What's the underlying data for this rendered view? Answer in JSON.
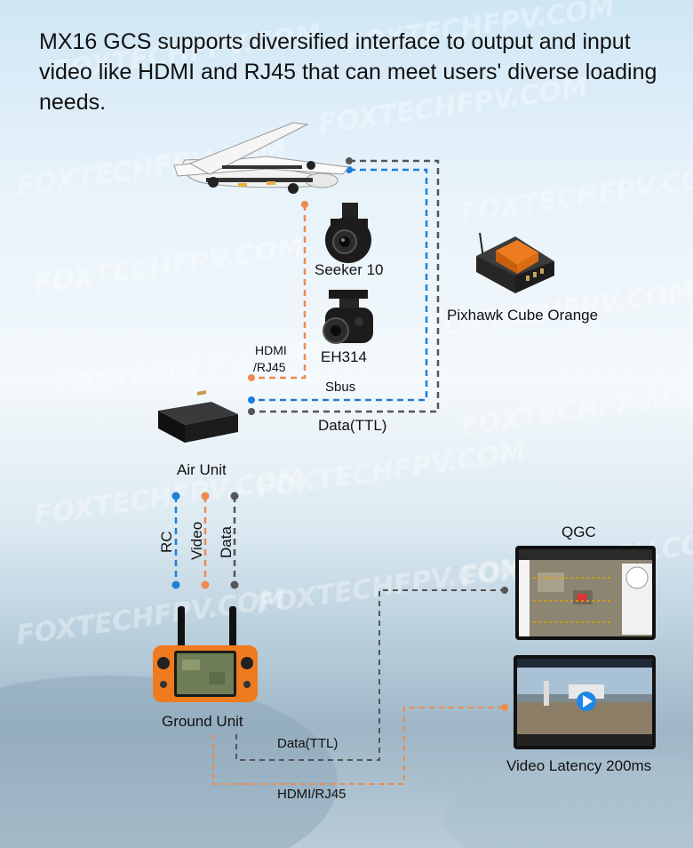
{
  "headline": "MX16 GCS supports diversified interface to output and input video like HDMI and RJ45 that can meet users' diverse loading needs.",
  "watermark": "FOXTECHFPV.COM",
  "labels": {
    "seeker": "Seeker 10",
    "eh314": "EH314",
    "pixhawk": "Pixhawk Cube Orange",
    "hdmi_line1": "HDMI",
    "hdmi_line2": "/RJ45",
    "sbus": "Sbus",
    "data_ttl_top": "Data(TTL)",
    "air_unit": "Air Unit",
    "rc": "RC",
    "video": "Video",
    "data": "Data",
    "ground_unit": "Ground Unit",
    "qgc": "QGC",
    "video_latency": "Video Latency 200ms",
    "data_ttl_bottom": "Data(TTL)",
    "hdmi_rj45_bottom": "HDMI/RJ45"
  },
  "colors": {
    "blue_line": "#1e7fd6",
    "orange_line": "#ee8a4e",
    "gray_line": "#555555",
    "text": "#111111"
  },
  "icons": [
    "fixed-wing-vtol-drone-icon",
    "gimbal-camera-icon",
    "flight-controller-icon",
    "air-unit-box-icon",
    "ground-station-remote-icon",
    "tablet-map-icon",
    "tablet-video-icon",
    "play-icon"
  ]
}
